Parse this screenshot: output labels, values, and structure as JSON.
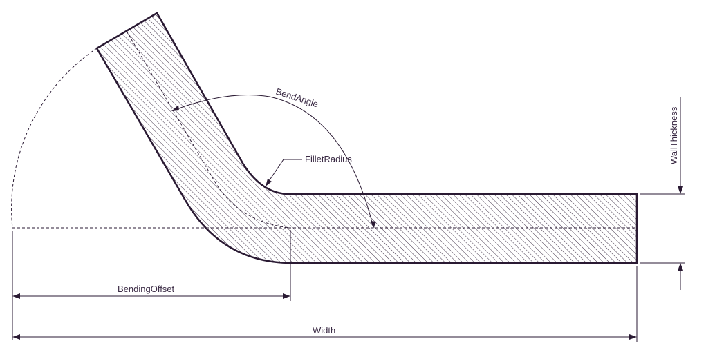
{
  "labels": {
    "bend_angle": "BendAngle",
    "fillet_radius": "FilletRadius",
    "wall_thickness": "WallThickness",
    "bending_offset": "BendingOffset",
    "width": "Width"
  },
  "colors": {
    "line": "#2a1a33",
    "text": "#3a2a44",
    "background": "#ffffff"
  }
}
